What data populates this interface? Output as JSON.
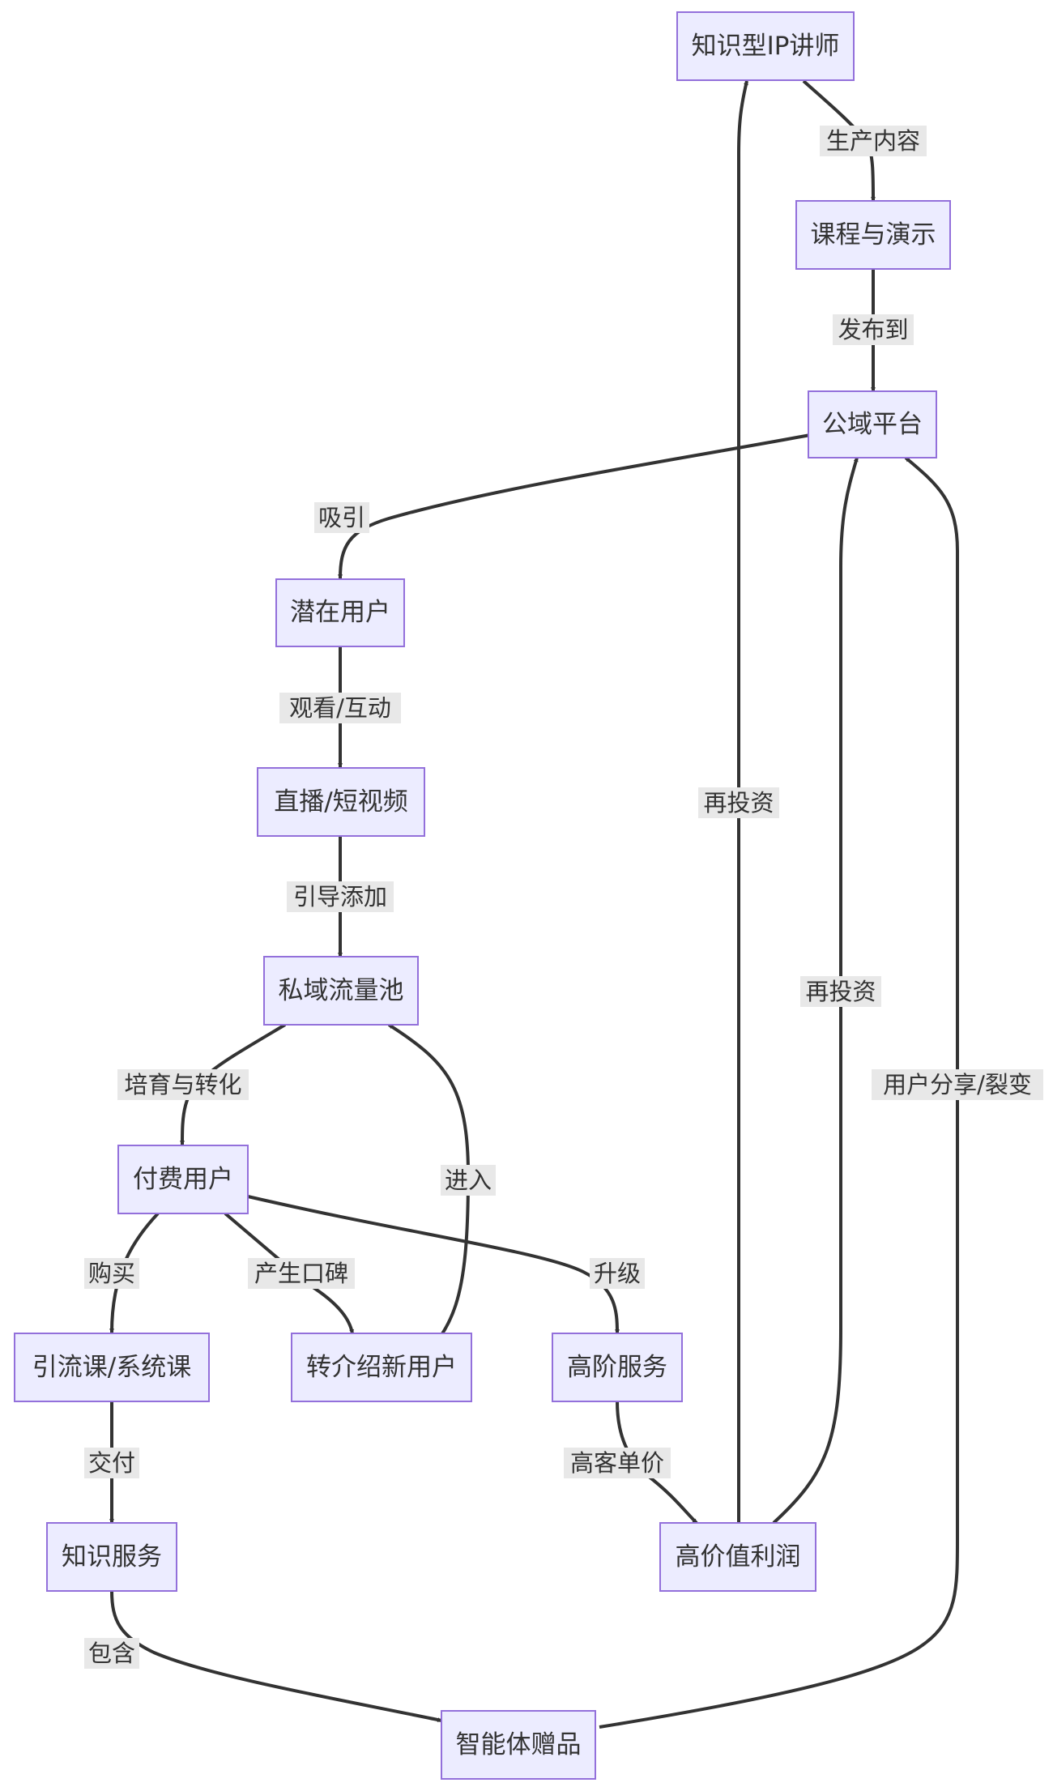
{
  "nodes": {
    "ip": "知识型IP讲师",
    "course": "课程与演示",
    "public": "公域平台",
    "potential": "潜在用户",
    "live": "直播/短视频",
    "private": "私域流量池",
    "paid": "付费用户",
    "intro_course": "引流课/系统课",
    "referral": "转介绍新用户",
    "premium": "高阶服务",
    "knowledge": "知识服务",
    "profit": "高价值利润",
    "gift": "智能体赠品"
  },
  "edges": {
    "produce": "生产内容",
    "publish": "发布到",
    "attract": "吸引",
    "watch": "观看/互动",
    "guide": "引导添加",
    "nurture": "培育与转化",
    "buy": "购买",
    "word_of_mouth": "产生口碑",
    "upgrade": "升级",
    "enter": "进入",
    "deliver": "交付",
    "high_price": "高客单价",
    "include": "包含",
    "reinvest_ip": "再投资",
    "reinvest_public": "再投资",
    "share": "用户分享/裂变"
  }
}
